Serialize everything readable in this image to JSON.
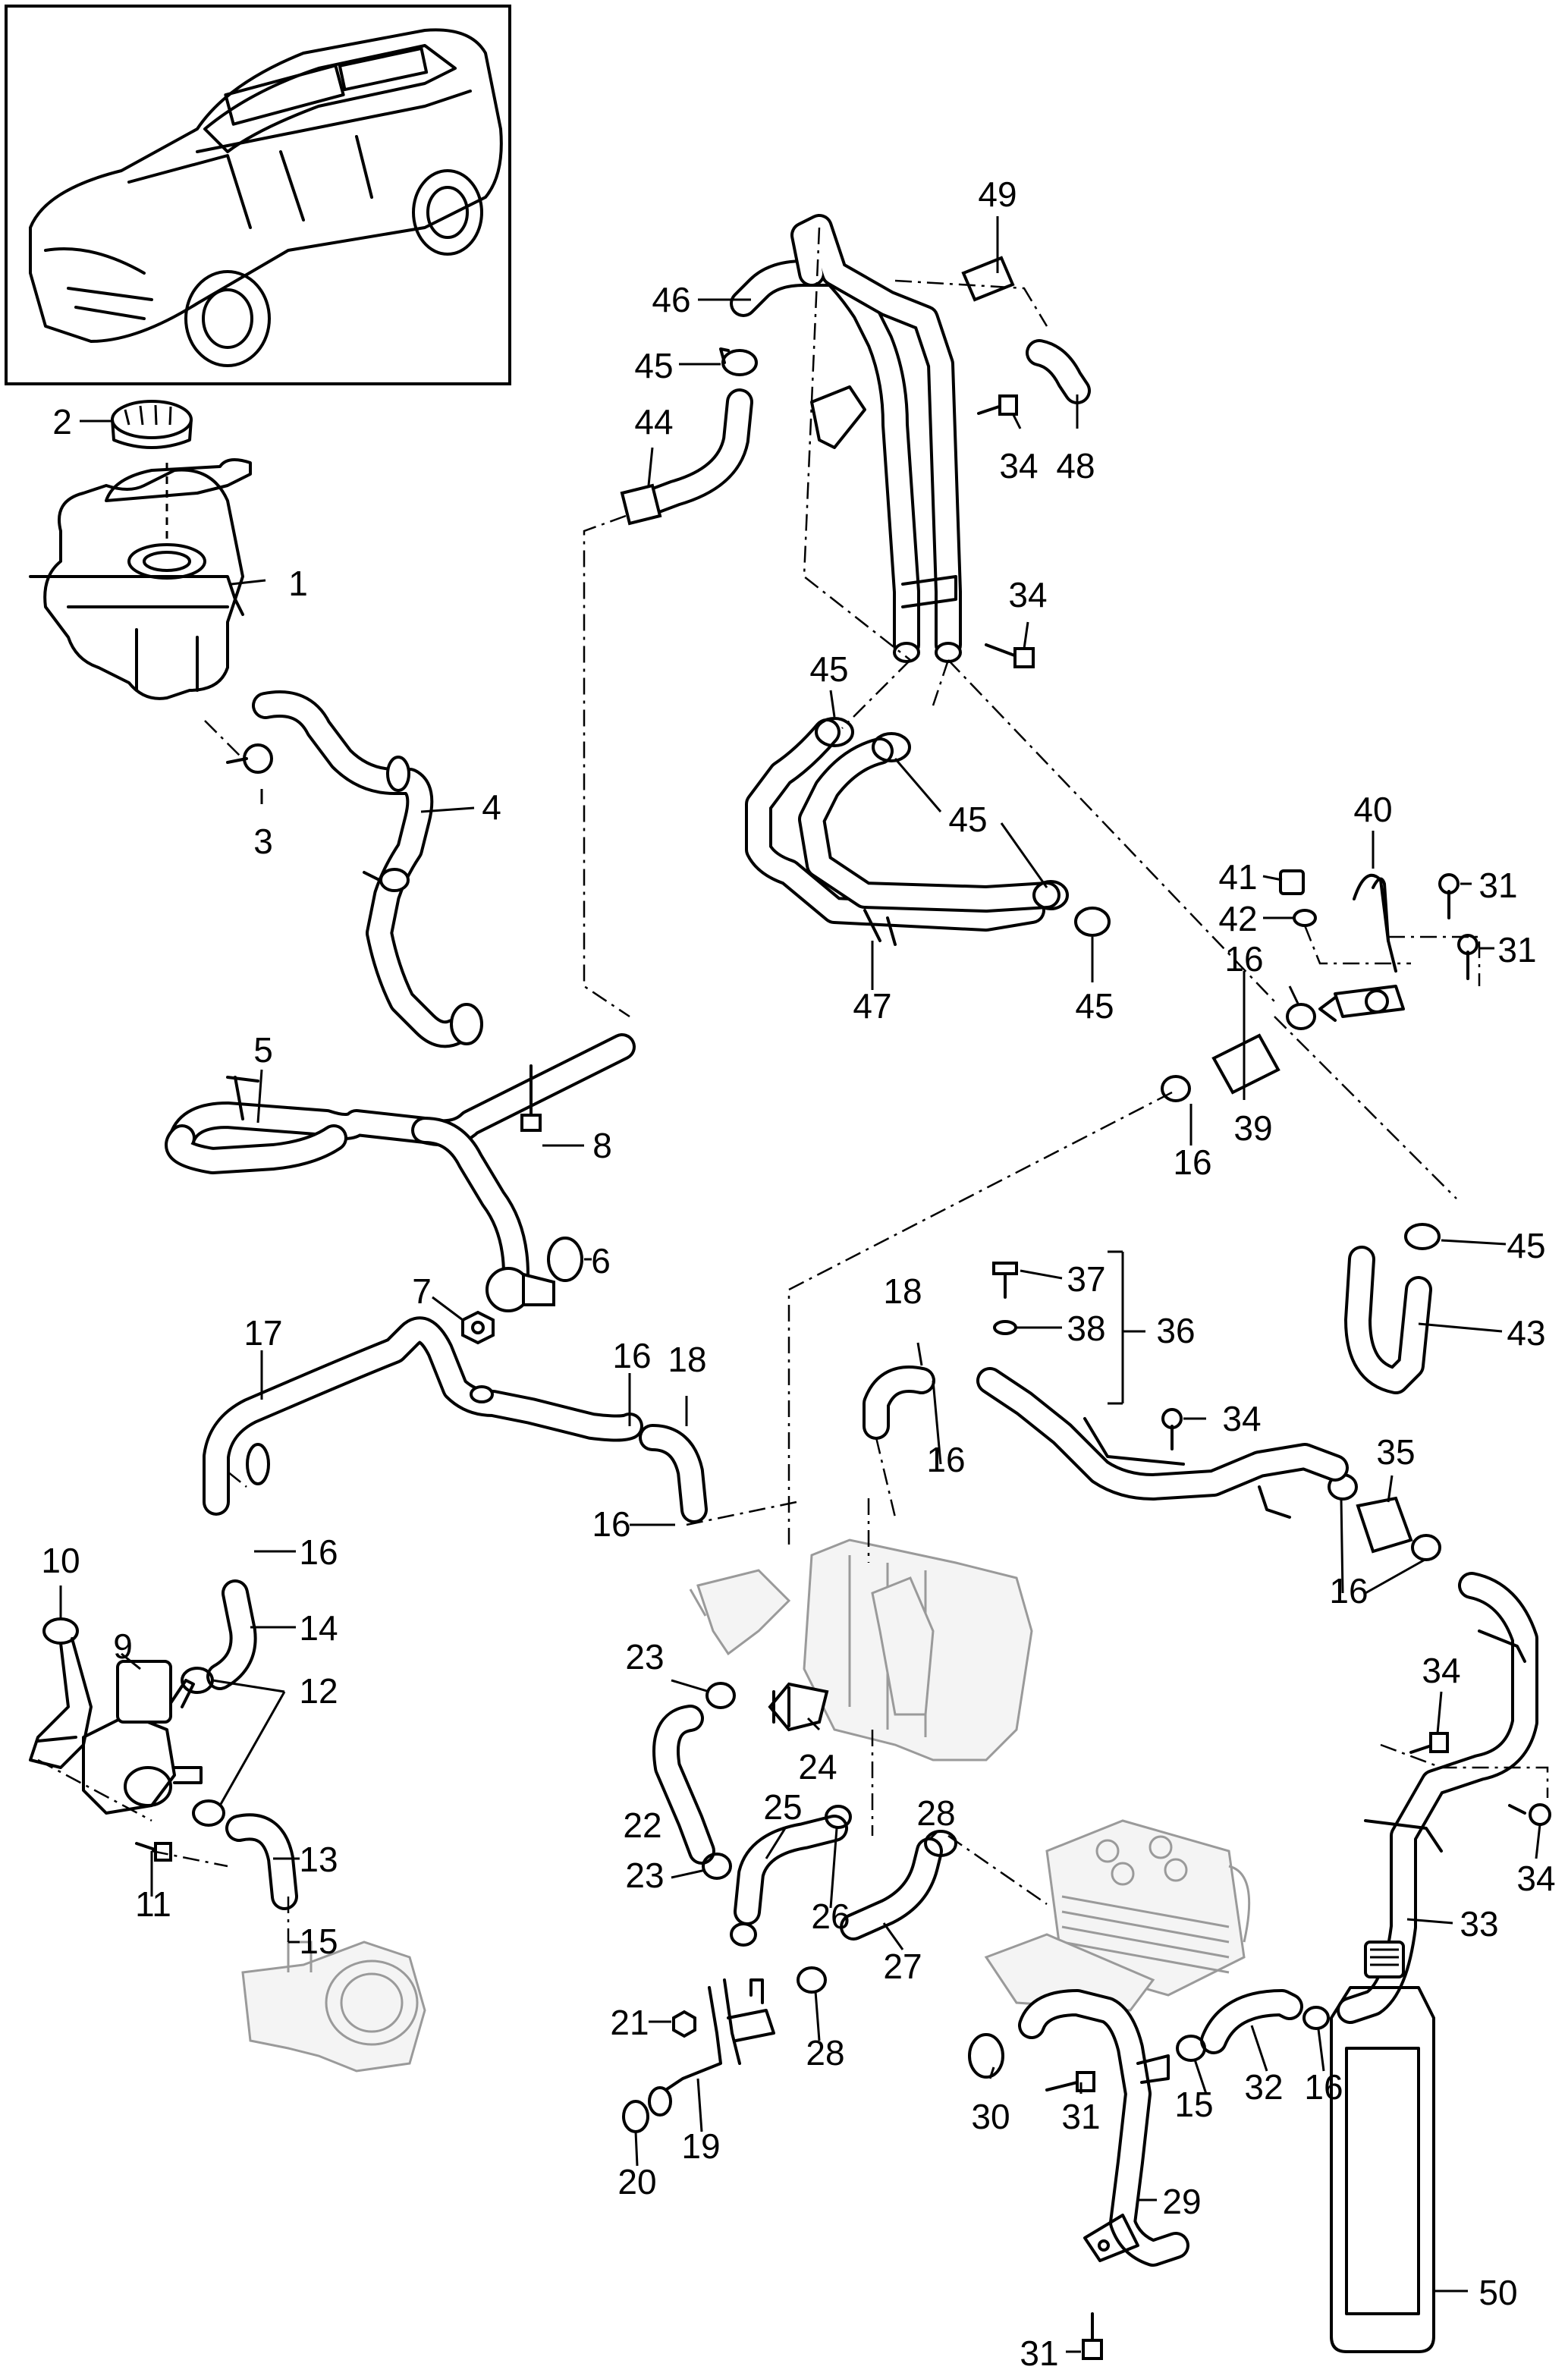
{
  "callouts": [
    "1",
    "2",
    "3",
    "4",
    "5",
    "6",
    "7",
    "8",
    "9",
    "10",
    "11",
    "12",
    "13",
    "14",
    "15",
    "15",
    "16",
    "16",
    "16",
    "16",
    "16",
    "16",
    "16",
    "16",
    "17",
    "18",
    "18",
    "19",
    "20",
    "21",
    "22",
    "23",
    "23",
    "24",
    "25",
    "26",
    "27",
    "28",
    "28",
    "29",
    "30",
    "31",
    "31",
    "31",
    "31",
    "32",
    "33",
    "34",
    "34",
    "34",
    "34",
    "34",
    "35",
    "36",
    "37",
    "38",
    "39",
    "40",
    "41",
    "42",
    "43",
    "44",
    "45",
    "45",
    "45",
    "45",
    "45",
    "46",
    "47",
    "48",
    "49",
    "50"
  ]
}
